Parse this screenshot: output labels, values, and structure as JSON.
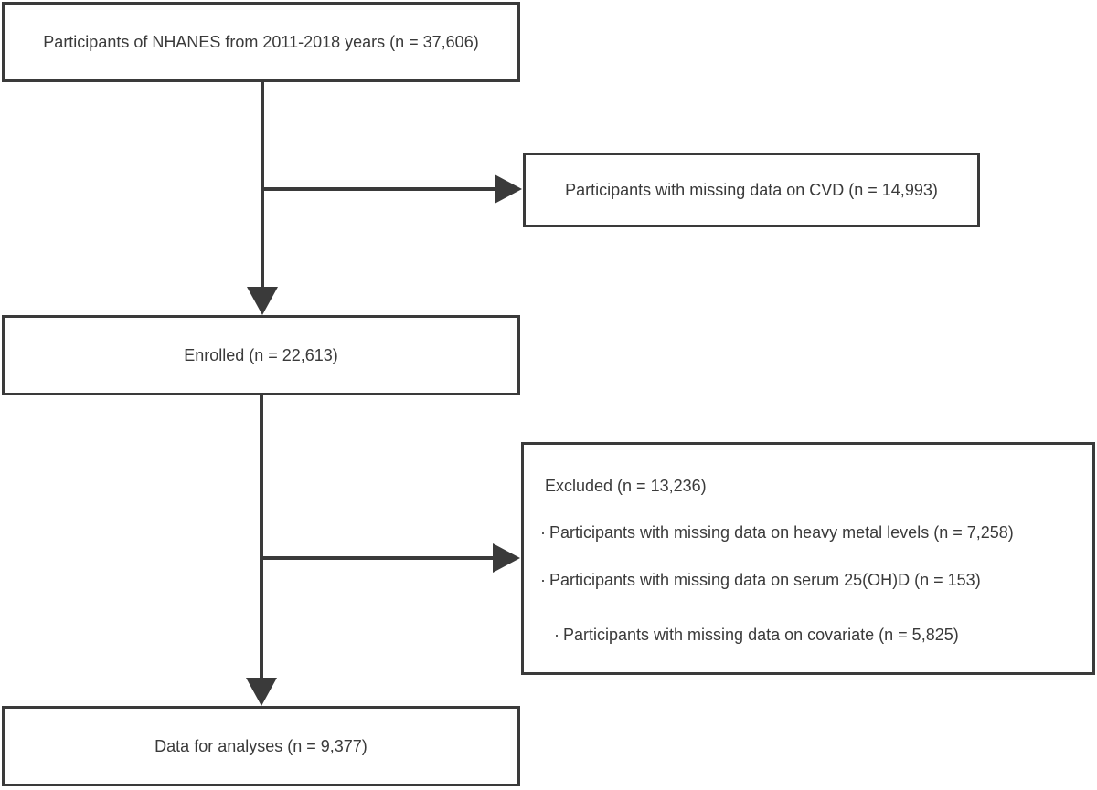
{
  "flow": {
    "start": "Participants of NHANES from 2011-2018 years (n = 37,606)",
    "missing_cvd": "Participants with missing data on CVD (n = 14,993)",
    "enrolled": "Enrolled (n = 22,613)",
    "excluded": {
      "title": "Excluded (n  = 13,236)",
      "bullet": "·",
      "items": [
        "Participants with missing data on heavy metal levels  (n = 7,258)",
        "Participants with missing data on serum 25(OH)D (n = 153)",
        "Participants with missing data on covariate (n = 5,825)"
      ]
    },
    "final": "Data for analyses (n = 9,377)"
  },
  "colors": {
    "stroke": "#3a3a3a",
    "background": "#ffffff"
  }
}
